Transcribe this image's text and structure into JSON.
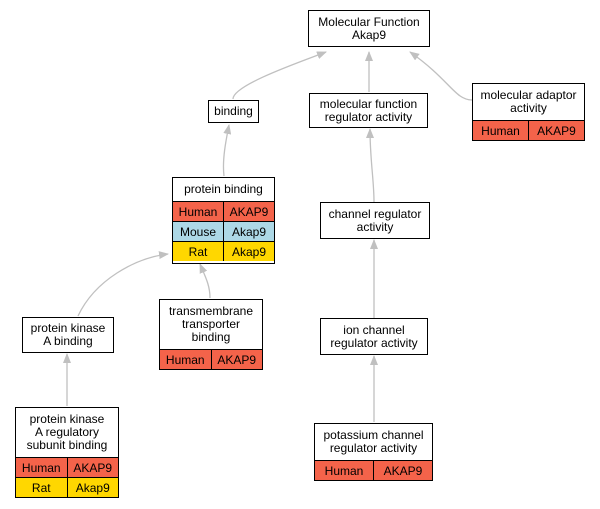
{
  "nodes": {
    "mf_root": {
      "label": "Molecular Function\nAkap9",
      "rows": []
    },
    "binding": {
      "label": "binding",
      "rows": []
    },
    "mf_reg": {
      "label": "molecular function\nregulator activity",
      "rows": []
    },
    "adaptor": {
      "label": "molecular adaptor\nactivity",
      "rows": [
        {
          "species": "Human",
          "gene": "AKAP9"
        }
      ]
    },
    "protein": {
      "label": "protein binding",
      "rows": [
        {
          "species": "Human",
          "gene": "AKAP9"
        },
        {
          "species": "Mouse",
          "gene": "Akap9"
        },
        {
          "species": "Rat",
          "gene": "Akap9"
        }
      ]
    },
    "chan_reg": {
      "label": "channel regulator\nactivity",
      "rows": []
    },
    "pka": {
      "label": "protein kinase\nA binding",
      "rows": []
    },
    "tmt": {
      "label": "transmembrane\ntransporter\nbinding",
      "rows": [
        {
          "species": "Human",
          "gene": "AKAP9"
        }
      ]
    },
    "ion_reg": {
      "label": "ion channel\nregulator activity",
      "rows": []
    },
    "pka_reg": {
      "label": "protein kinase\nA regulatory\nsubunit binding",
      "rows": [
        {
          "species": "Human",
          "gene": "AKAP9"
        },
        {
          "species": "Rat",
          "gene": "Akap9"
        }
      ]
    },
    "k_reg": {
      "label": "potassium channel\nregulator activity",
      "rows": [
        {
          "species": "Human",
          "gene": "AKAP9"
        }
      ]
    }
  },
  "colors": {
    "Human": "#f4634a",
    "Mouse": "#add8e6",
    "Rat": "#ffd700",
    "edge": "#c0c0c0"
  },
  "edges": [
    {
      "from": "binding",
      "to": "mf_root"
    },
    {
      "from": "mf_reg",
      "to": "mf_root"
    },
    {
      "from": "adaptor",
      "to": "mf_root"
    },
    {
      "from": "protein",
      "to": "binding"
    },
    {
      "from": "chan_reg",
      "to": "mf_reg"
    },
    {
      "from": "pka",
      "to": "protein"
    },
    {
      "from": "tmt",
      "to": "protein"
    },
    {
      "from": "ion_reg",
      "to": "chan_reg"
    },
    {
      "from": "pka_reg",
      "to": "pka"
    },
    {
      "from": "k_reg",
      "to": "ion_reg"
    }
  ]
}
